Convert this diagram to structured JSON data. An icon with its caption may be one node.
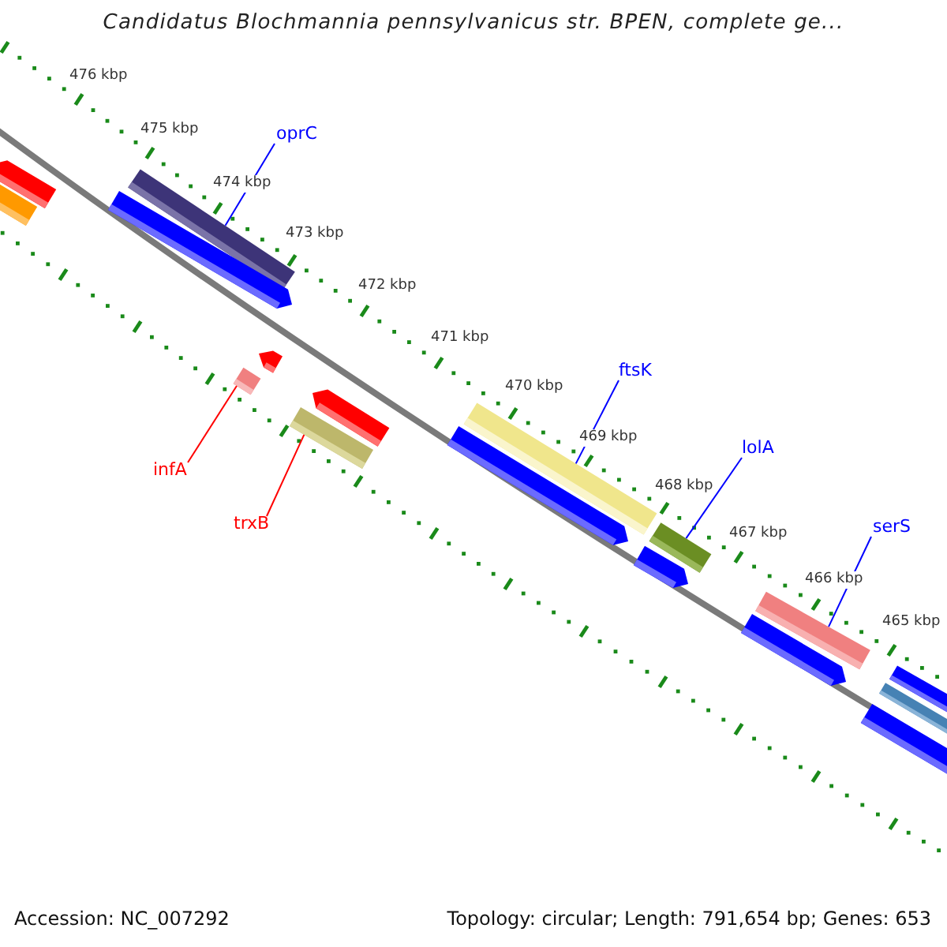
{
  "diagram": {
    "title": "Candidatus Blochmannia pennsylvanicus str. BPEN, complete ge...",
    "nodes": [
      {
        "text": [
          "oprC"
        ]
      },
      {
        "text": [],
        "shape": "bar"
      },
      {
        "text": [
          "ftsK"
        ]
      },
      {
        "text": [],
        "shape": "bar"
      },
      {
        "text": [
          "lolA"
        ]
      },
      {
        "text": [],
        "shape": "bar"
      },
      {
        "text": [
          "serS"
        ]
      },
      {
        "text": [],
        "shape": "bar"
      },
      {
        "text": [
          "infA"
        ]
      },
      {
        "text": [],
        "shape": "bar"
      },
      {
        "text": [
          "trxB"
        ]
      },
      {
        "text": [],
        "shape": "bar"
      },
      {
        "text": [],
        "shape": "bar"
      },
      {
        "text": [],
        "shape": "bar"
      },
      {
        "text": [],
        "shape": "bar"
      },
      {
        "text": [],
        "shape": "bar"
      },
      {
        "text": [],
        "shape": "bar"
      },
      {
        "text": [],
        "shape": "bar"
      },
      {
        "text": [],
        "shape": "bar"
      },
      {
        "text": [],
        "shape": "bar"
      },
      {
        "text": [],
        "shape": "bar"
      },
      {
        "text": [],
        "shape": "bar"
      },
      {
        "text": [],
        "shape": "bar"
      }
    ],
    "edges": [
      {
        "from": 0,
        "to": 1,
        "arrow": "none"
      },
      {
        "from": 2,
        "to": 3,
        "arrow": "none"
      },
      {
        "from": 4,
        "to": 5,
        "arrow": "none"
      },
      {
        "from": 6,
        "to": 7,
        "arrow": "none"
      },
      {
        "from": 8,
        "to": 9,
        "arrow": "none",
        "color": "#ff0000"
      },
      {
        "from": 10,
        "to": 11,
        "arrow": "none",
        "color": "#ff0000"
      }
    ],
    "labels": [
      "476 kbp",
      "475 kbp",
      "474 kbp",
      "473 kbp",
      "472 kbp",
      "471 kbp",
      "470 kbp",
      "469 kbp",
      "468 kbp",
      "467 kbp",
      "466 kbp",
      "465 kbp",
      "Accession: NC_007292",
      "Topology: circular; Length: 791,654 bp; Genes: 653"
    ]
  }
}
